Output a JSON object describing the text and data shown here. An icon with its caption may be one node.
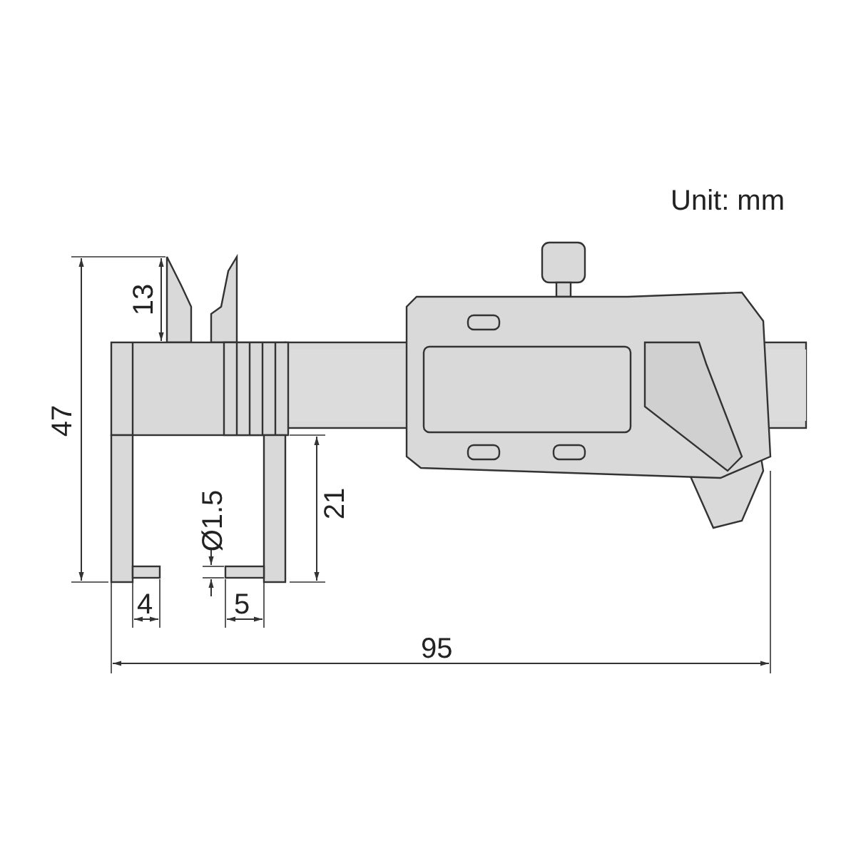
{
  "diagram": {
    "labels": [
      "Unit: mm",
      "13",
      "47",
      "21",
      "Ø1.5",
      "4",
      "5",
      "95"
    ]
  }
}
